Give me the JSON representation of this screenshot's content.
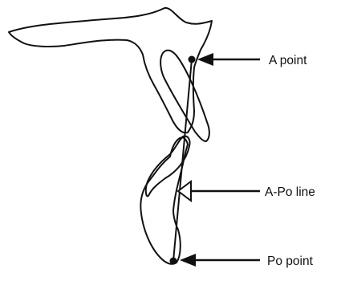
{
  "diagram": {
    "labels": {
      "a_point": "A point",
      "a_po_line": "A-Po line",
      "po_point": "Po point"
    },
    "colors": {
      "stroke": "#111111",
      "background": "#ffffff"
    }
  }
}
